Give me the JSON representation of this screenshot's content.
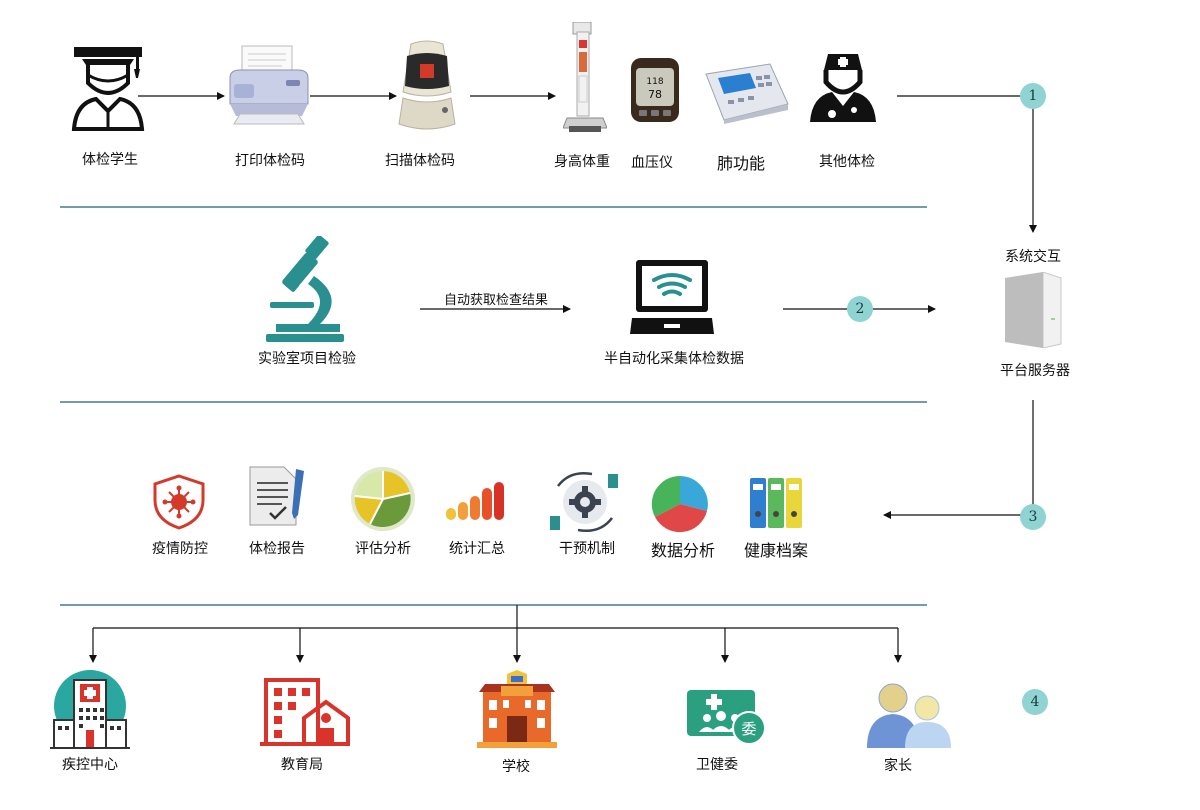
{
  "row1": {
    "student": "体检学生",
    "print_code": "打印体检码",
    "scan_code": "扫描体检码",
    "height_weight": "身高体重",
    "blood_pressure": "血压仪",
    "lung": "肺功能",
    "other": "其他体检"
  },
  "row2": {
    "lab": "实验室项目检验",
    "auto_fetch": "自动获取检查结果",
    "semi_auto": "半自动化采集体检数据"
  },
  "server": {
    "interaction": "系统交互",
    "platform": "平台服务器"
  },
  "row3": {
    "epidemic": "疫情防控",
    "report": "体检报告",
    "assessment": "评估分析",
    "statistics": "统计汇总",
    "intervention": "干预机制",
    "data_analysis": "数据分析",
    "health_archive": "健康档案"
  },
  "row4": {
    "cdc": "疾控中心",
    "education_bureau": "教育局",
    "school": "学校",
    "health_committee": "卫健委",
    "parents": "家长"
  },
  "badges": {
    "b1": "1",
    "b2": "2",
    "b3": "3",
    "b4": "4"
  },
  "bp_display": {
    "top": "118",
    "mid": "78"
  },
  "hc_badge_char": "委",
  "colors": {
    "separator": "#1f5f7a",
    "badge": "#8fd3d3",
    "teal": "#2a8f8f"
  }
}
